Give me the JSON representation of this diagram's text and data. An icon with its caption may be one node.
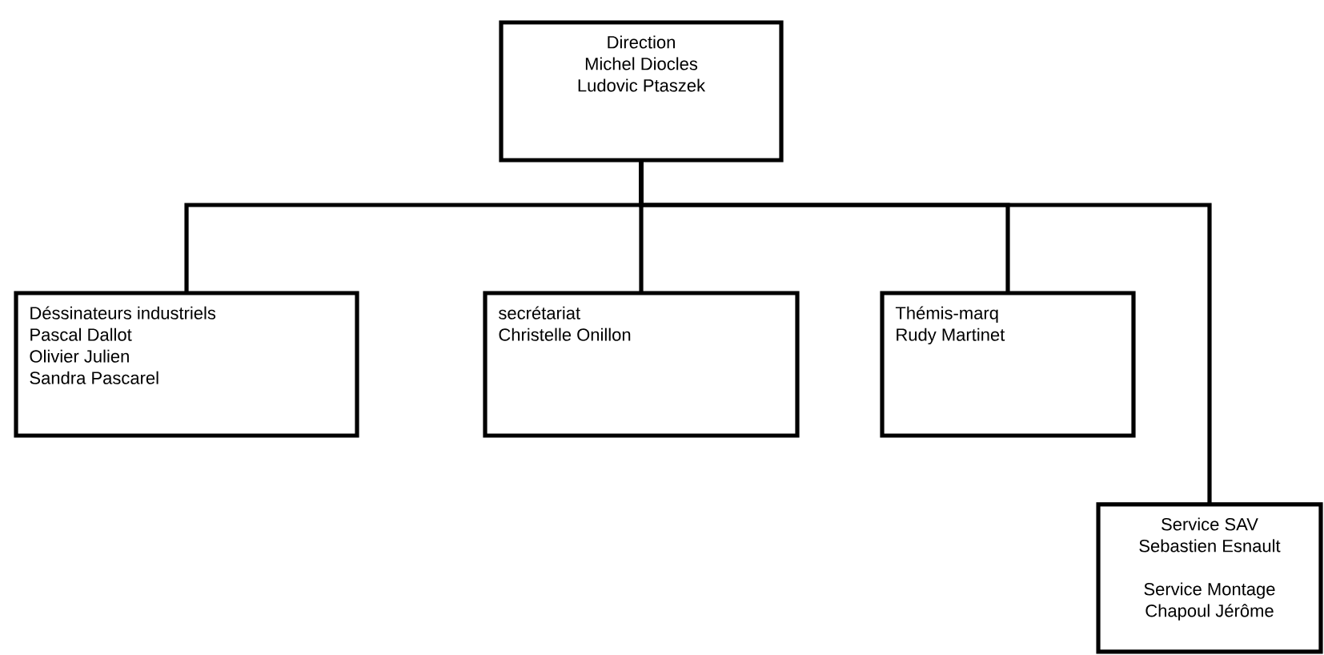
{
  "diagram": {
    "nodes": [
      {
        "text": [
          "Direction",
          "Michel Diocles",
          "Ludovic Ptaszek"
        ]
      },
      {
        "text": [
          "Déssinateurs industriels",
          "Pascal Dallot",
          "Olivier Julien",
          "Sandra Pascarel"
        ]
      },
      {
        "text": [
          "secrétariat",
          "Christelle Onillon"
        ]
      },
      {
        "text": [
          "Thémis-marq",
          "Rudy Martinet"
        ]
      },
      {
        "text": [
          "Service SAV",
          "Sebastien Esnault",
          "Service Montage",
          "Chapoul Jérôme"
        ]
      }
    ],
    "edges": [
      {
        "from": 0,
        "to": 1,
        "arrow": "none"
      },
      {
        "from": 0,
        "to": 2,
        "arrow": "none"
      },
      {
        "from": 0,
        "to": 3,
        "arrow": "none"
      },
      {
        "from": 0,
        "to": 4,
        "arrow": "none"
      }
    ]
  }
}
